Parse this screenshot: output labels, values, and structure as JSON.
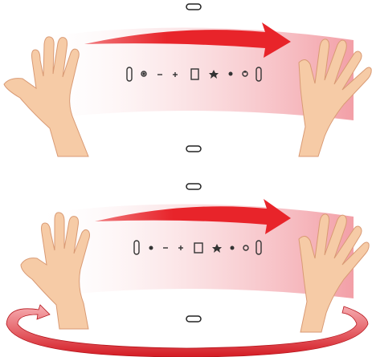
{
  "panels": [
    {
      "id": "swipe",
      "icons": [
        "side-handle-icon",
        "target-icon",
        "minus-icon",
        "plus-icon",
        "square-icon",
        "star-icon",
        "gear-icon",
        "power-icon",
        "side-handle-icon"
      ],
      "arrow_direction": "left-to-right",
      "rotation_arrow": false
    },
    {
      "id": "swipe-rotate",
      "icons": [
        "side-handle-icon",
        "target-icon",
        "minus-icon",
        "plus-icon",
        "square-icon",
        "star-icon",
        "gear-icon",
        "power-icon",
        "side-handle-icon"
      ],
      "arrow_direction": "left-to-right",
      "rotation_arrow": true
    }
  ],
  "colors": {
    "arrow": "#e8242a",
    "band_fade": "#f4a9ae",
    "skin": "#f6cba6",
    "skin_shadow": "#d99a74",
    "icon": "#333333"
  }
}
